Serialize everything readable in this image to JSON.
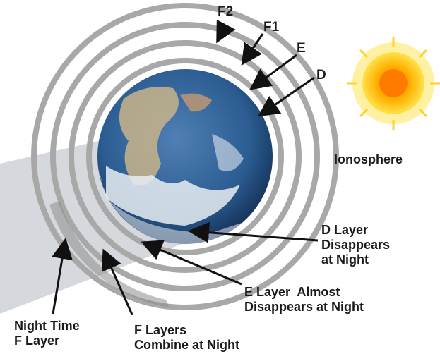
{
  "layers": {
    "f2": {
      "main": "F",
      "sub": "2"
    },
    "f1": {
      "main": "F",
      "sub": "1"
    },
    "e": "E",
    "d": "D"
  },
  "ionosphere": "Ionosphere",
  "annotations": {
    "d_layer": [
      "D Layer",
      "Disappears",
      "at Night"
    ],
    "e_layer": [
      "E Layer  Almost",
      "Disappears at Night"
    ],
    "night_f": [
      "Night Time",
      "F Layer"
    ],
    "f_combine": [
      "F Layers",
      "Combine at Night"
    ]
  },
  "colors": {
    "ring": "#a9a9a9",
    "shadow": "#d8dbde",
    "sun_outer": "#ffd21f",
    "sun_core": "#ff8a00",
    "ocean": "#2c5d92",
    "arrow": "#111111"
  }
}
